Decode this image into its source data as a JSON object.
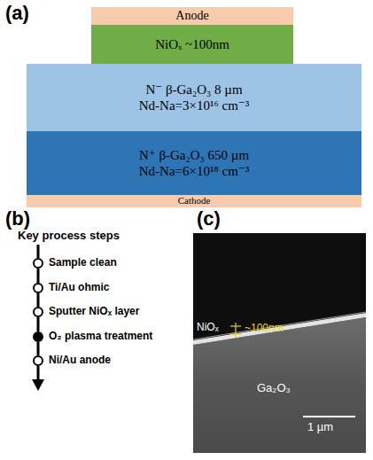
{
  "diagram": {
    "nodes": [
      {
        "text": [
          "Anode"
        ]
      },
      {
        "text": [
          "NiOₓ ~100nm"
        ]
      },
      {
        "text": [
          "N⁻ β-Ga₂O₃ 8 µm",
          "Nd-Na=3×10¹⁶ cm⁻³"
        ]
      },
      {
        "text": [
          "N⁺ β-Ga₂O₃ 650 µm",
          "Nd-Na=6×10¹⁸ cm⁻³"
        ]
      },
      {
        "text": [
          "Cathode"
        ]
      },
      {
        "text": [
          "Sample clean"
        ]
      },
      {
        "text": [
          "Ti/Au ohmic"
        ]
      },
      {
        "text": [
          "Sputter NiOₓ layer"
        ]
      },
      {
        "text": [
          "O₂ plasma treatment"
        ]
      },
      {
        "text": [
          "Ni/Au anode"
        ]
      }
    ],
    "edges": [
      {
        "from": 5,
        "to": 6,
        "arrow": "none"
      },
      {
        "from": 6,
        "to": 7,
        "arrow": "none"
      },
      {
        "from": 7,
        "to": 8,
        "arrow": "none"
      },
      {
        "from": 8,
        "to": 9,
        "arrow": "none"
      }
    ],
    "labels": [
      "(a)",
      "(b)",
      "(c)",
      "Key process steps",
      "NiOₓ",
      "~100nm",
      "Ga₂O₃",
      "1 µm"
    ]
  }
}
